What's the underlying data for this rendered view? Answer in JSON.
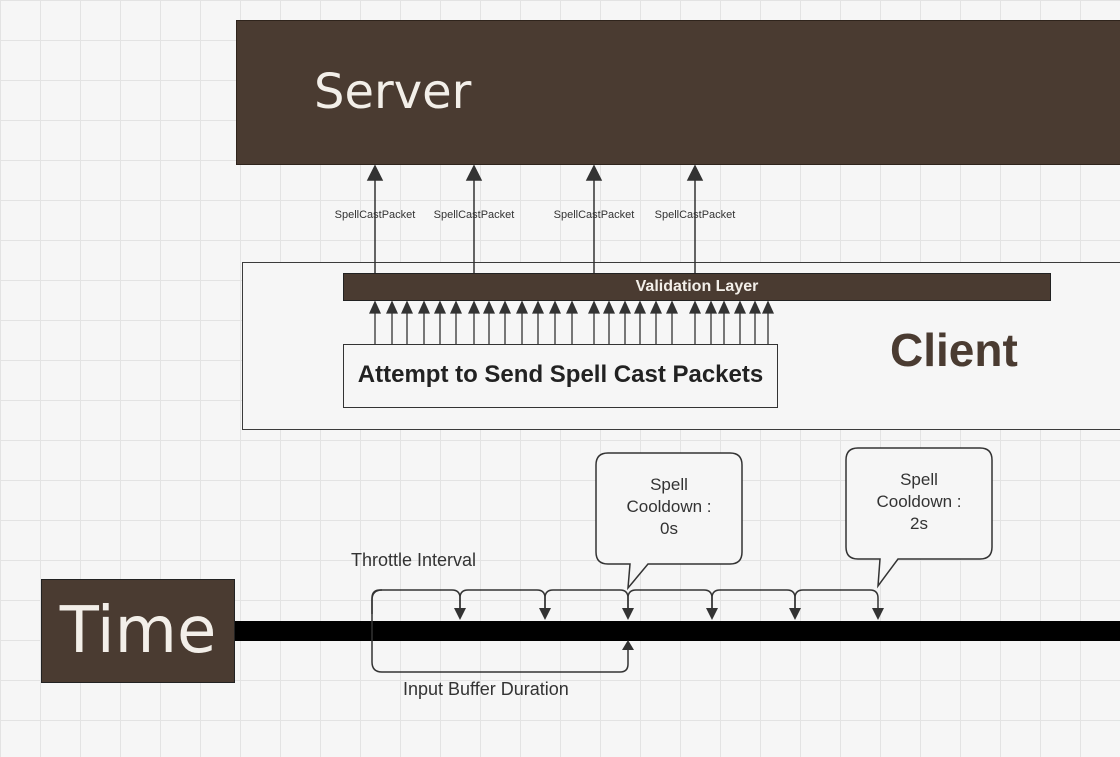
{
  "server": {
    "title": "Server"
  },
  "client": {
    "title": "Client"
  },
  "validation": {
    "label": "Validation Layer"
  },
  "attempt": {
    "label": "Attempt to Send Spell Cast Packets"
  },
  "packets": [
    {
      "label": "SpellCastPacket"
    },
    {
      "label": "SpellCastPacket"
    },
    {
      "label": "SpellCastPacket"
    },
    {
      "label": "SpellCastPacket"
    }
  ],
  "timeline": {
    "title": "Time",
    "throttle_label": "Throttle Interval",
    "buffer_label": "Input Buffer Duration"
  },
  "bubbles": [
    {
      "line1": "Spell",
      "line2": "Cooldown :",
      "line3": "0s"
    },
    {
      "line1": "Spell",
      "line2": "Cooldown :",
      "line3": "2s"
    }
  ],
  "colors": {
    "brand_brown": "#4a3b31",
    "light_text": "#f3efe9",
    "timeline_bar": "#000000"
  }
}
